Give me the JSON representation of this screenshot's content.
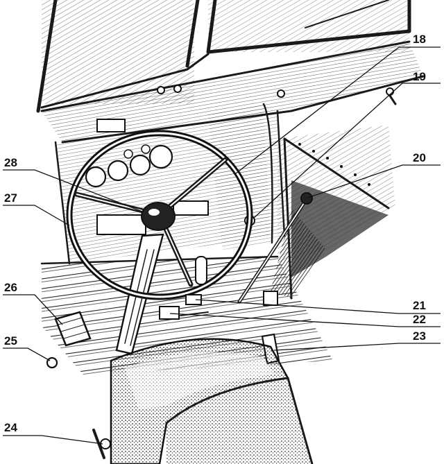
{
  "callouts": [
    {
      "id": "18",
      "label": "18"
    },
    {
      "id": "19",
      "label": "19"
    },
    {
      "id": "20",
      "label": "20"
    },
    {
      "id": "21",
      "label": "21"
    },
    {
      "id": "22",
      "label": "22"
    },
    {
      "id": "23",
      "label": "23"
    },
    {
      "id": "24",
      "label": "24"
    },
    {
      "id": "25",
      "label": "25"
    },
    {
      "id": "26",
      "label": "26"
    },
    {
      "id": "27",
      "label": "27"
    },
    {
      "id": "28",
      "label": "28"
    }
  ],
  "colors": {
    "ink": "#1a1a1a",
    "paper": "#ffffff",
    "shade": "#555555"
  }
}
